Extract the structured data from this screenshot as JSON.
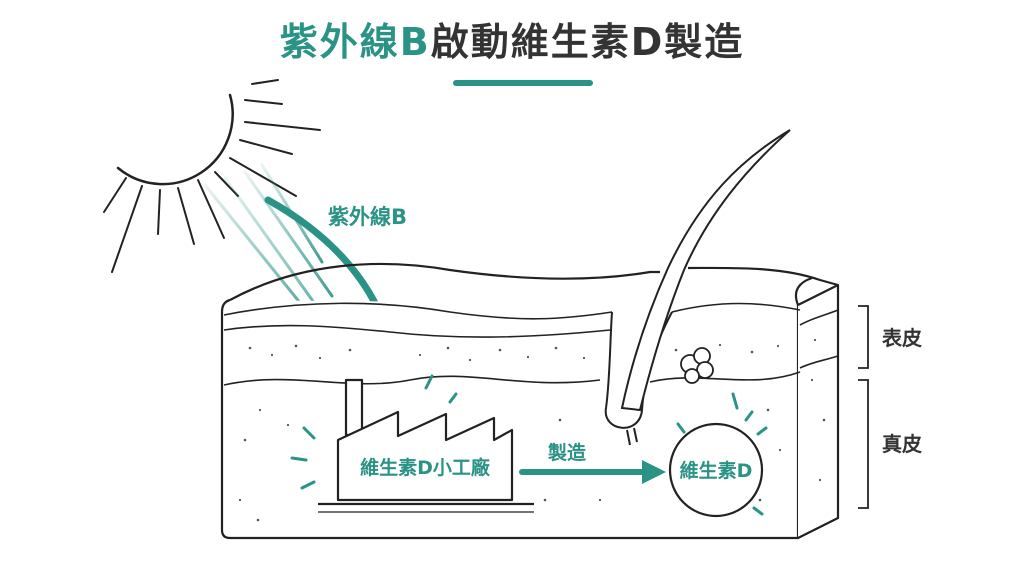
{
  "title": {
    "part1": "紫外線B",
    "part2": "啟動維生素D製造"
  },
  "labels": {
    "uvb": "紫外線B",
    "factory": "維生素D小工廠",
    "produce": "製造",
    "vitamin_d": "維生素D",
    "epidermis": "表皮",
    "dermis": "真皮"
  },
  "colors": {
    "accent": "#2a9385",
    "text": "#333333",
    "line": "#222222"
  }
}
